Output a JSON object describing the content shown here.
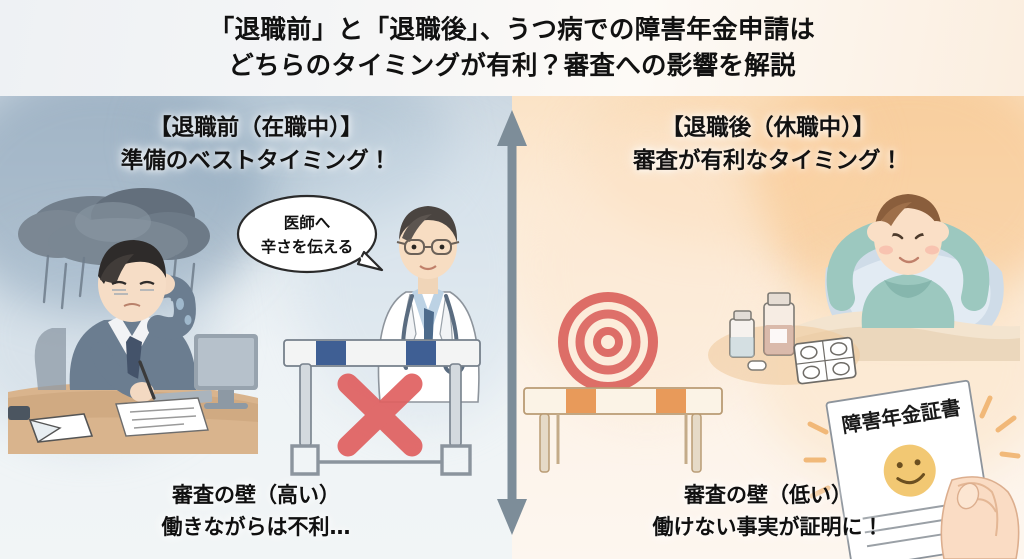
{
  "header": {
    "title_line1": "「退職前」と「退職後」、うつ病での障害年金申請は",
    "title_line2": "どちらのタイミングが有利？審査への影響を解説"
  },
  "left_panel": {
    "heading_line1": "【退職前（在職中）】",
    "heading_line2": "準備のベストタイミング！",
    "speech_bubble_line1": "医師へ",
    "speech_bubble_line2": "辛さを伝える",
    "caption_line1": "審査の壁（高い）",
    "caption_line2": "働きながらは不利…",
    "illustrations": {
      "worker": "stressed-office-worker-with-rain-cloud",
      "doctor": "doctor-in-white-coat-with-stethoscope",
      "hurdle": "tall-hurdle-with-red-x-mark",
      "x_mark_color": "#e06060"
    },
    "background_color": "#dce6ed"
  },
  "right_panel": {
    "heading_line1": "【退職後（休職中）】",
    "heading_line2": "審査が有利なタイミング！",
    "caption_line1": "審査の壁（低い）",
    "caption_line2": "働けない事実が証明に！",
    "certificate_title": "障害年金証書",
    "illustrations": {
      "resting_person": "person-resting-in-bed-relaxed",
      "medicine": "medicine-bottles-and-pill-sheet",
      "target": "red-bullseye-target",
      "hurdle": "low-hurdle-orange-stripes",
      "certificate": "pension-certificate-with-smiley-held-in-hand",
      "target_color": "#d95f5a",
      "hurdle_accent_color": "#e89a5a"
    },
    "background_color": "#fdecd8"
  },
  "divider": {
    "type": "double-headed-vertical-arrow",
    "color": "#7d8d99"
  }
}
